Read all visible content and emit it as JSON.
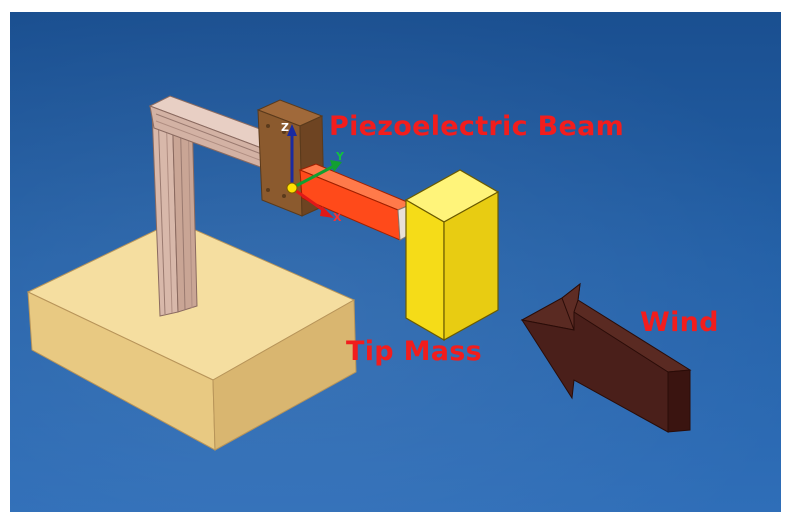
{
  "labels": {
    "beam": "Piezoelectric Beam",
    "tip_mass": "Tip Mass",
    "wind": "Wind"
  },
  "axes": {
    "x": "X",
    "y": "Y",
    "z": "Z"
  },
  "colors": {
    "background_top": "#1d5a9c",
    "background_bottom": "#2c69b2",
    "label": "#f21d1d",
    "base_top": "#f5dea0",
    "base_front": "#e8c982",
    "base_side": "#d9b670",
    "frame": "#cfaea0",
    "clamp": "#8b5a2e",
    "beam": "#ff4a1a",
    "tip_mass_front": "#f5dc18",
    "tip_mass_top": "#fff47a",
    "tip_mass_side": "#d6bd10",
    "wind_arrow": "#4a1f1a"
  }
}
